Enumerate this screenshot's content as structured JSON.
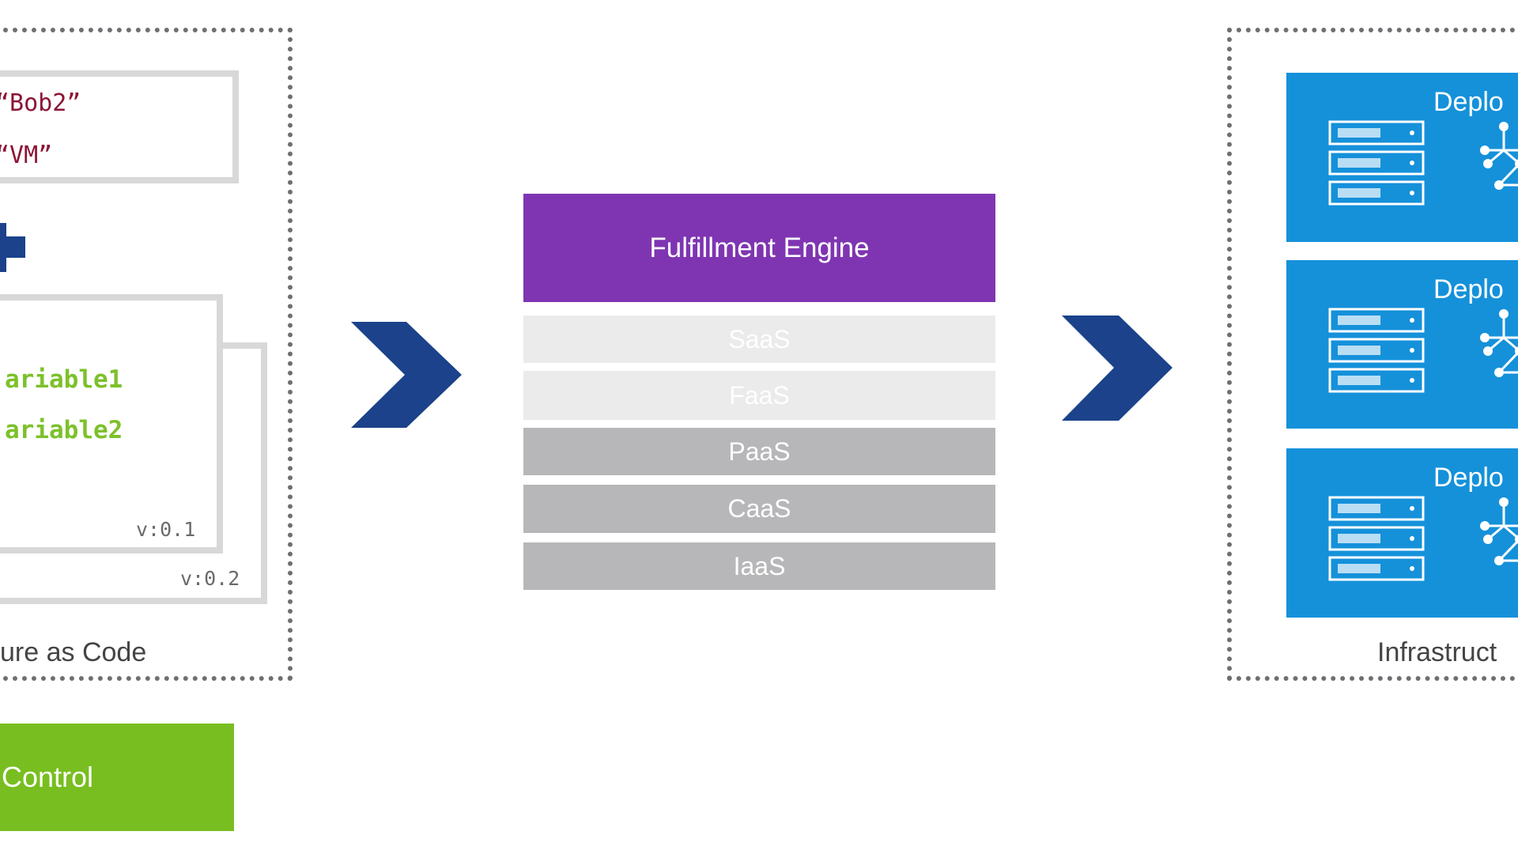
{
  "left_panel": {
    "code_line_1": "“Bob2”",
    "code_line_2": "“VM”",
    "variable_1": "ariable1",
    "variable_2": "ariable2",
    "version_1": "v:0.1",
    "version_2": "v:0.2",
    "caption": "ure as Code",
    "green_button": "Control"
  },
  "center": {
    "engine_title": "Fulfillment Engine",
    "tiers": [
      {
        "label": "SaaS",
        "active": false
      },
      {
        "label": "FaaS",
        "active": false
      },
      {
        "label": "PaaS",
        "active": true
      },
      {
        "label": "CaaS",
        "active": true
      },
      {
        "label": "IaaS",
        "active": true
      }
    ]
  },
  "right_panel": {
    "deployments": [
      {
        "title": "Deplo"
      },
      {
        "title": "Deplo"
      },
      {
        "title": "Deplo"
      }
    ],
    "caption": "Infrastruct"
  },
  "colors": {
    "engine": "#7f35b2",
    "tier_inactive": "#ebebeb",
    "tier_active": "#b7b7b9",
    "chevron": "#1b428a",
    "deployment": "#1591da",
    "green": "#78be20",
    "code_string": "#8b1535",
    "code_variable": "#7cc12a"
  },
  "icons": [
    "plus-icon",
    "chevron-right-icon",
    "server-rack-icon",
    "network-topology-icon"
  ]
}
